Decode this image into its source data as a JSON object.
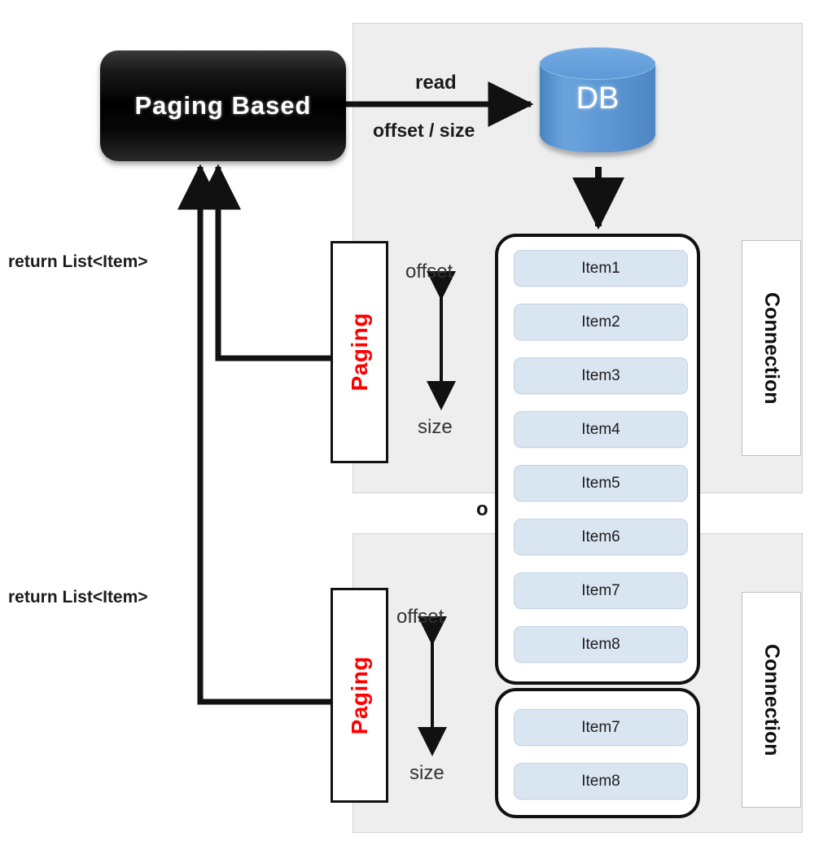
{
  "diagram": {
    "title": "Paging Based pagination diagram",
    "main_node": {
      "label": "Paging Based"
    },
    "database": {
      "label": "DB"
    },
    "edges": {
      "read_label": "read",
      "offset_size_label": "offset / size",
      "return_label_top": "return List<Item>",
      "return_label_bottom": "return List<Item>"
    },
    "range_markers": {
      "offset_top": "offset",
      "size_top": "size",
      "offset_bottom": "offset",
      "size_bottom": "size"
    },
    "occluded_text": "o",
    "paging_boxes": [
      {
        "label": "Paging",
        "color": "#ff0000"
      },
      {
        "label": "Paging",
        "color": "#ff0000"
      }
    ],
    "connection_boxes": [
      {
        "label": "Connection"
      },
      {
        "label": "Connection"
      }
    ],
    "item_list_upper": [
      "Item1",
      "Item2",
      "Item3",
      "Item4",
      "Item5",
      "Item6",
      "Item7",
      "Item8"
    ],
    "item_list_lower": [
      "Item7",
      "Item8"
    ],
    "colors": {
      "panel_bg": "#eeeeee",
      "panel_border": "#d2d2d2",
      "node_bg": "#000000",
      "node_text": "#ffffff",
      "db_blue": "#5b9bd5",
      "item_chip_bg": "#dae5f2",
      "item_chip_border": "#c3d2e3",
      "paging_text": "#ff0000",
      "wire": "#111111"
    }
  }
}
